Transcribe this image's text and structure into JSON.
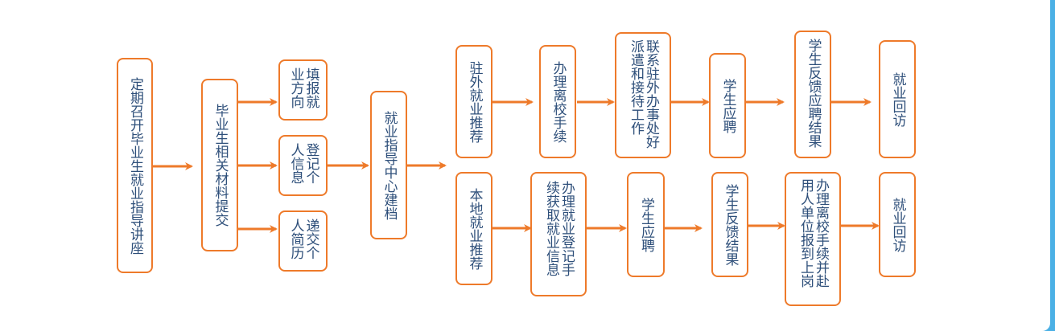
{
  "colors": {
    "accent": "#ee7a2a",
    "text": "#2e4f7a",
    "frame": "#4bb0e5"
  },
  "nodes": {
    "lecture": "定期召开毕业生就业指导讲座",
    "materials": "毕业生相关材料提交",
    "intention": "填报就业方向",
    "register_info": "登记个人信息",
    "resume": "递交个人简历",
    "center": "就业指导中心建档",
    "outside_recommend": "驻外就业推荐",
    "outside_leave": "办理离校手续",
    "outside_contact": "联系驻外办事处好派遣和接待工作",
    "outside_apply": "学生应聘",
    "outside_feedback": "学生反馈应聘结果",
    "outside_revisit": "就业回访",
    "local_recommend": "本地就业推荐",
    "local_register": "办理就业登记手续获取就业信息",
    "local_apply": "学生应聘",
    "local_feedback": "学生反馈结果",
    "local_report": "办理离校手续并赴用人单位报到上岗",
    "local_revisit": "就业回访"
  }
}
